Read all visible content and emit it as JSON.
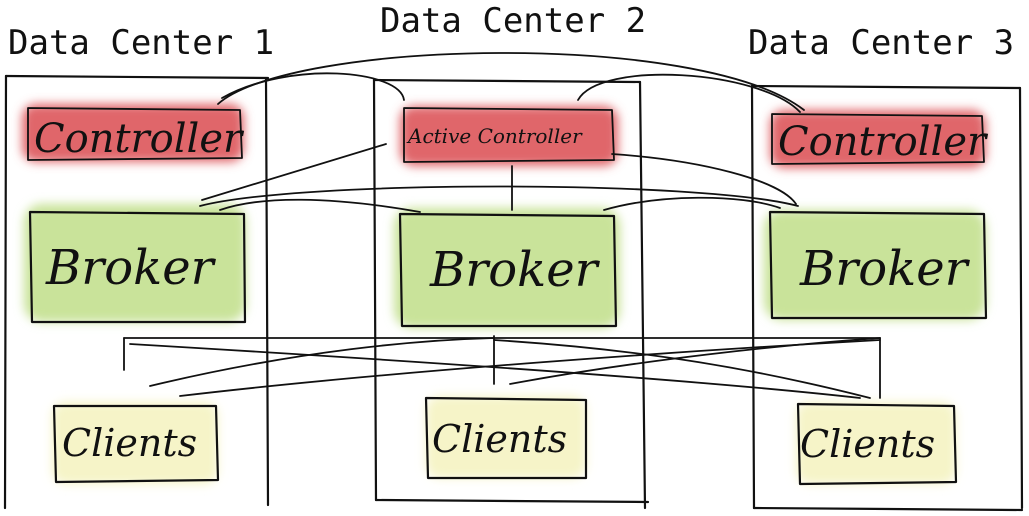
{
  "datacenters": [
    {
      "title": "Data Center 1",
      "controller": "Controller",
      "broker": "Broker",
      "clients": "Clients"
    },
    {
      "title": "Data Center 2",
      "controller": "Active Controller",
      "broker": "Broker",
      "clients": "Clients"
    },
    {
      "title": "Data Center 3",
      "controller": "Controller",
      "broker": "Broker",
      "clients": "Clients"
    }
  ],
  "colors": {
    "controller_fill": "#e0666b",
    "broker_fill": "#c9e39a",
    "clients_fill": "#f6f4c8",
    "stroke": "#111111"
  }
}
